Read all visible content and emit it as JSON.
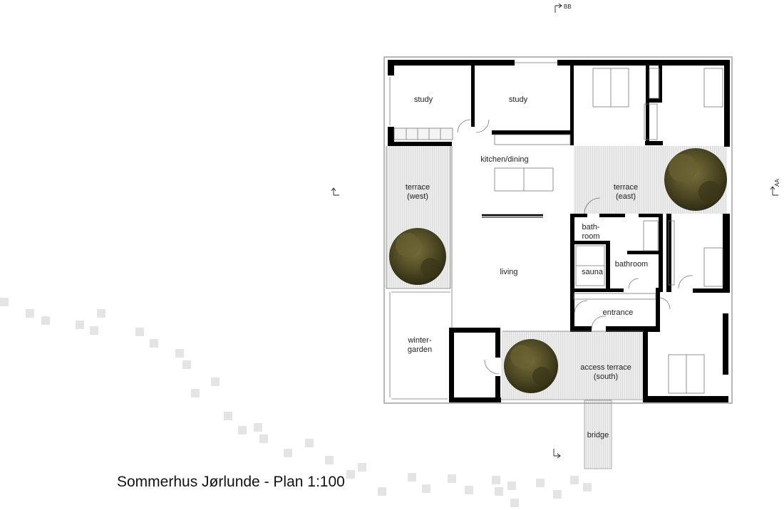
{
  "title": "Sommerhus Jørlunde - Plan 1:100",
  "section_marks": {
    "aa": "AA",
    "bb": "BB"
  },
  "rooms": {
    "study_west": "study",
    "study_mid": "study",
    "kitchen_dining": "kitchen/dining",
    "terrace_west_1": "terrace",
    "terrace_west_2": "(west)",
    "terrace_east_1": "terrace",
    "terrace_east_2": "(east)",
    "bathroom_small_1": "bath-",
    "bathroom_small_2": "room",
    "sauna": "sauna",
    "bathroom": "bathroom",
    "living": "living",
    "entrance": "entrance",
    "winter_garden_1": "winter-",
    "winter_garden_2": "garden",
    "access_terrace_1": "access terrace",
    "access_terrace_2": "(south)",
    "bridge": "bridge"
  },
  "colors": {
    "wall": "#000000",
    "terrace": "#e8e8e8",
    "tree": "#4e4a22",
    "stepping_stone": "#e4e4e4"
  }
}
